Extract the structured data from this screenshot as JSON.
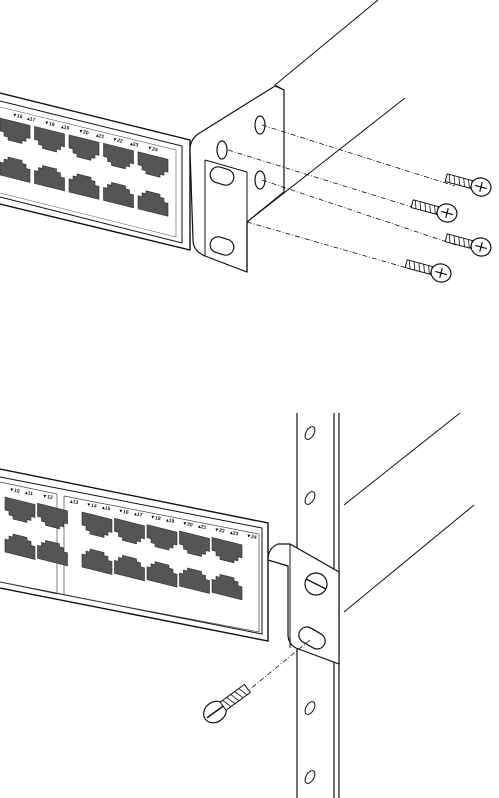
{
  "figure": {
    "top": {
      "ports": [
        {
          "label": "▼16"
        },
        {
          "label": "▴17"
        },
        {
          "label": "▼18"
        },
        {
          "label": "▴19"
        },
        {
          "label": "▼20"
        },
        {
          "label": "▴21"
        },
        {
          "label": "▼22"
        },
        {
          "label": "▴23"
        },
        {
          "label": "▼24"
        }
      ]
    },
    "bottom": {
      "ports": [
        {
          "label": "▼10"
        },
        {
          "label": "▴11"
        },
        {
          "label": "▼12"
        },
        {
          "label": "▴13"
        },
        {
          "label": "▼14"
        },
        {
          "label": "▴15"
        },
        {
          "label": "▼16"
        },
        {
          "label": "▴17"
        },
        {
          "label": "▼18"
        },
        {
          "label": "▴19"
        },
        {
          "label": "▼20"
        },
        {
          "label": "▴21"
        },
        {
          "label": "▼22"
        },
        {
          "label": "▴23"
        },
        {
          "label": "▼24"
        }
      ]
    }
  }
}
